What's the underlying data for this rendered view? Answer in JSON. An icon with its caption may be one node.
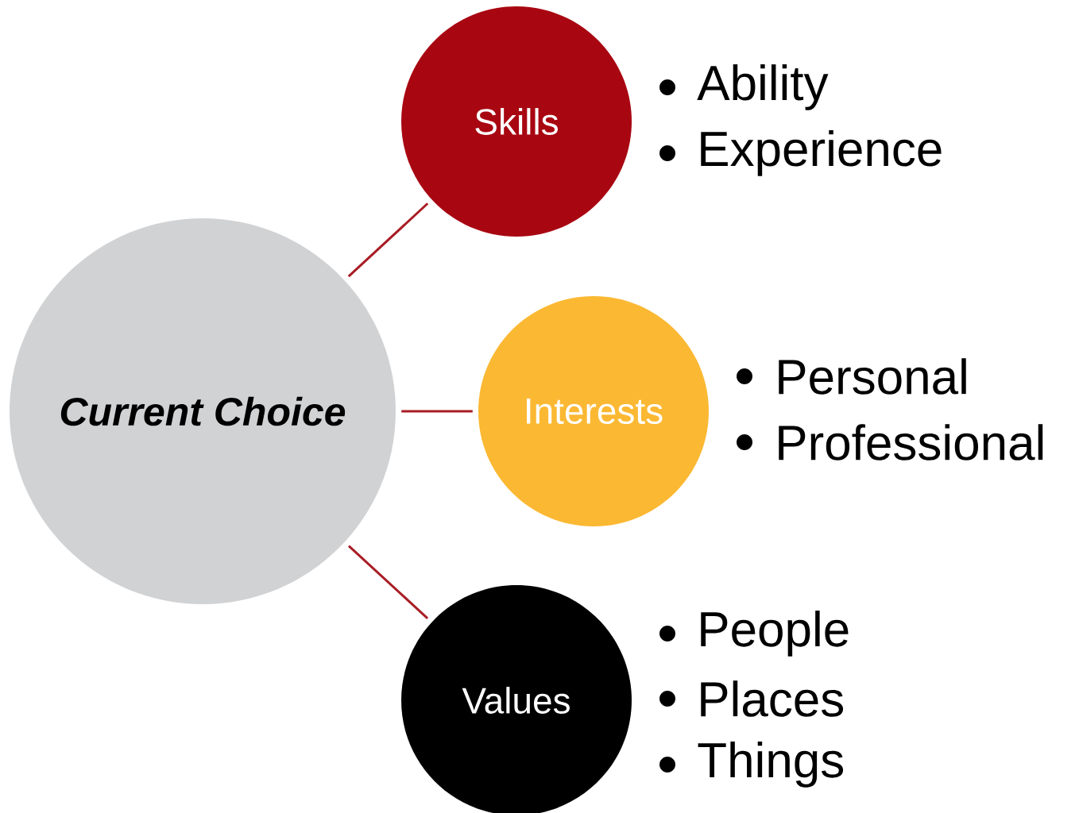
{
  "diagram": {
    "nodes": [
      {
        "text": [
          "Current Choice"
        ]
      },
      {
        "text": [
          "Skills"
        ],
        "beside": [
          "Ability",
          "Experience"
        ]
      },
      {
        "text": [
          "Interests"
        ],
        "beside": [
          "Personal",
          "Professional"
        ]
      },
      {
        "text": [
          "Values"
        ],
        "beside": [
          "People",
          "Places",
          "Things"
        ]
      }
    ],
    "edges": [
      {
        "from": 0,
        "to": 1,
        "arrow": "none"
      },
      {
        "from": 0,
        "to": 2,
        "arrow": "none"
      },
      {
        "from": 0,
        "to": 3,
        "arrow": "none"
      }
    ]
  }
}
